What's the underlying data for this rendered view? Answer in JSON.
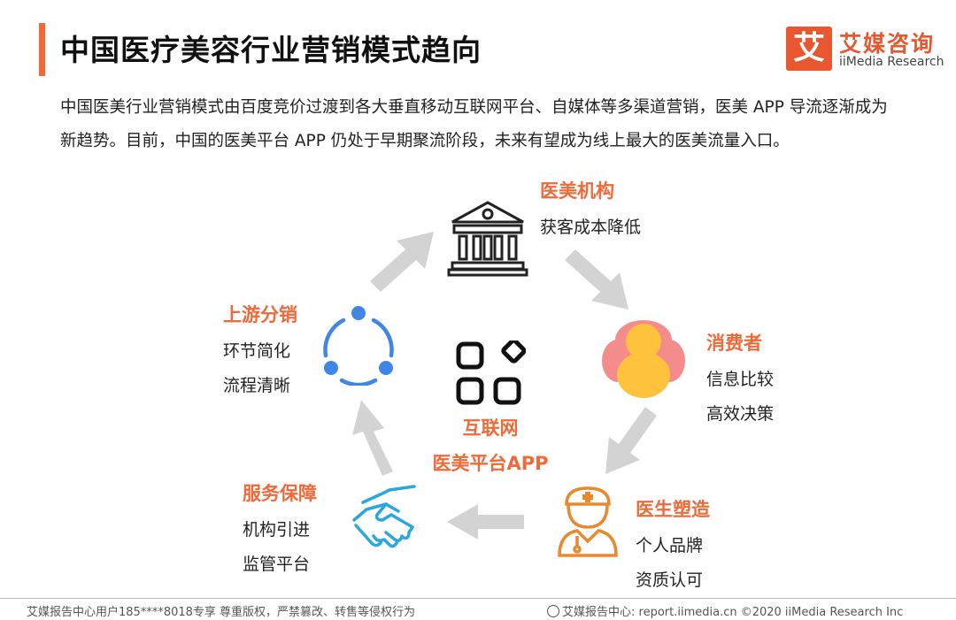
{
  "header": {
    "title": "中国医疗美容行业营销模式趋向"
  },
  "brand": {
    "logo_char": "艾",
    "name_cn": "艾媒咨询",
    "name_en": "iiMedia Research"
  },
  "intro": "中国医美行业营销模式由百度竞价过渡到各大垂直移动互联网平台、自媒体等多渠道营销，医美 APP 导流逐渐成为新趋势。目前，中国的医美平台 APP 仍处于早期聚流阶段，未来有望成为线上最大的医美流量入口。",
  "center": {
    "line1": "互联网",
    "line2": "医美平台APP",
    "icon": "apps-grid-icon"
  },
  "nodes": {
    "institution": {
      "title": "医美机构",
      "lines": [
        "获客成本降低"
      ],
      "icon": "bank-building-icon"
    },
    "consumer": {
      "title": "消费者",
      "lines": [
        "信息比较",
        "高效决策"
      ],
      "icon": "consumer-gourd-icon"
    },
    "doctor": {
      "title": "医生塑造",
      "lines": [
        "个人品牌",
        "资质认可"
      ],
      "icon": "doctor-icon"
    },
    "service": {
      "title": "服务保障",
      "lines": [
        "机构引进",
        "监管平台"
      ],
      "icon": "handshake-icon"
    },
    "upstream": {
      "title": "上游分销",
      "lines": [
        "环节简化",
        "流程清晰"
      ],
      "icon": "share-nodes-icon"
    }
  },
  "colors": {
    "accent": "#ef6a3a",
    "arrow": "#d3d3d3",
    "blue": "#3f86e6"
  },
  "footer": {
    "left": "艾媒报告中心用户185****8018专享 尊重版权，严禁篡改、转售等侵权行为",
    "right": "艾媒报告中心: report.iimedia.cn ©2020 iiMedia Research Inc"
  }
}
